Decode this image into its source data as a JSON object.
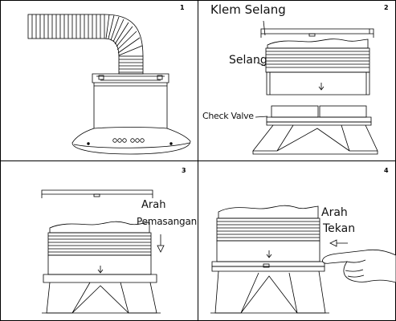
{
  "panels": [
    {
      "number": "1",
      "labels": []
    },
    {
      "number": "2",
      "labels": [
        "Klem Selang",
        "Selang",
        "Check Valve"
      ]
    },
    {
      "number": "3",
      "labels": [
        "Arah",
        "Pemasangan"
      ]
    },
    {
      "number": "4",
      "labels": [
        "Arah",
        "Tekan"
      ]
    }
  ],
  "colors": {
    "line": "#000000",
    "background": "#ffffff"
  },
  "icons": [
    "arrow-down-icon",
    "arrow-left-icon",
    "hand-icon"
  ]
}
